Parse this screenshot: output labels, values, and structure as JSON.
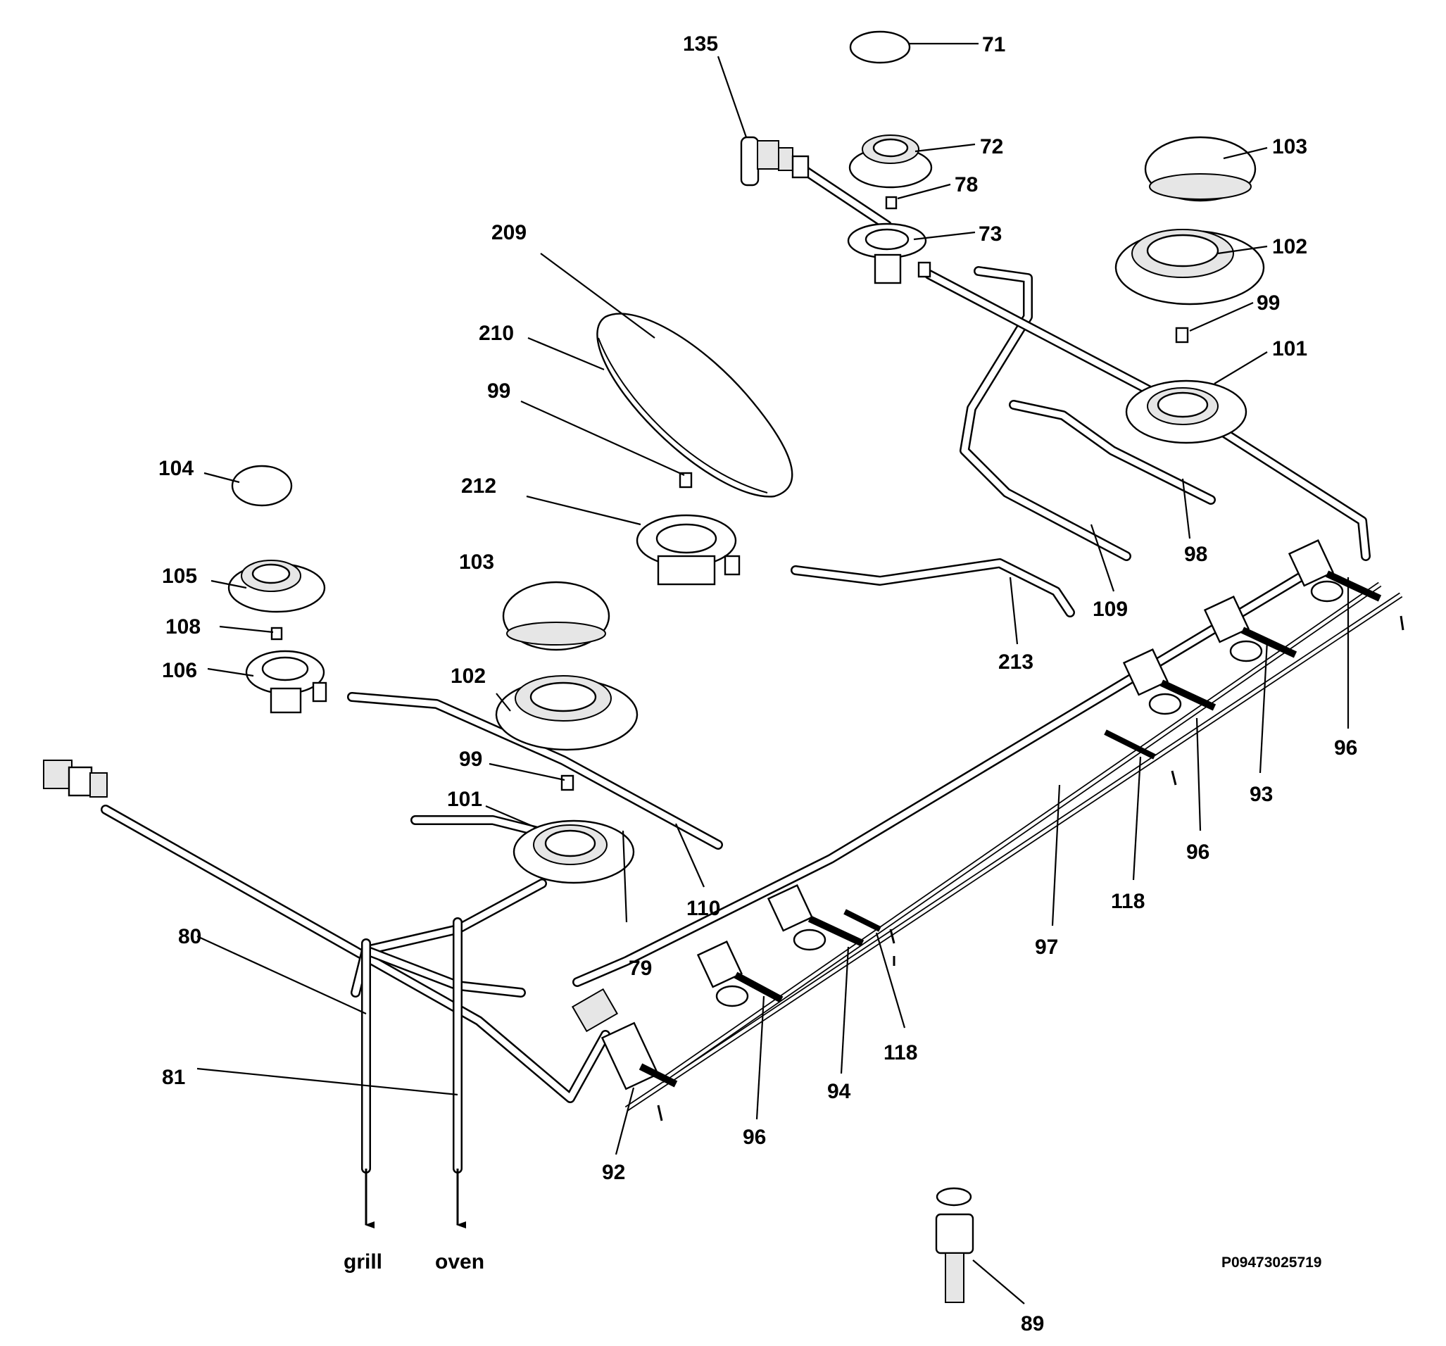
{
  "diagram": {
    "labels": {
      "l71": "71",
      "l72": "72",
      "l73": "73",
      "l78": "78",
      "l135": "135",
      "l103a": "103",
      "l102a": "102",
      "l99a": "99",
      "l101a": "101",
      "l209": "209",
      "l210": "210",
      "l99b": "99",
      "l212": "212",
      "l104": "104",
      "l105": "105",
      "l108": "108",
      "l106": "106",
      "l103b": "103",
      "l102b": "102",
      "l99c": "99",
      "l101b": "101",
      "l110": "110",
      "l79": "79",
      "l80": "80",
      "l81": "81",
      "l92": "92",
      "l96a": "96",
      "l94": "94",
      "l118a": "118",
      "l97": "97",
      "l118b": "118",
      "l96b": "96",
      "l93": "93",
      "l96c": "96",
      "l98": "98",
      "l109": "109",
      "l213": "213",
      "l89": "89"
    },
    "captions": {
      "grill": "grill",
      "oven": "oven"
    },
    "code": "P09473025719"
  }
}
